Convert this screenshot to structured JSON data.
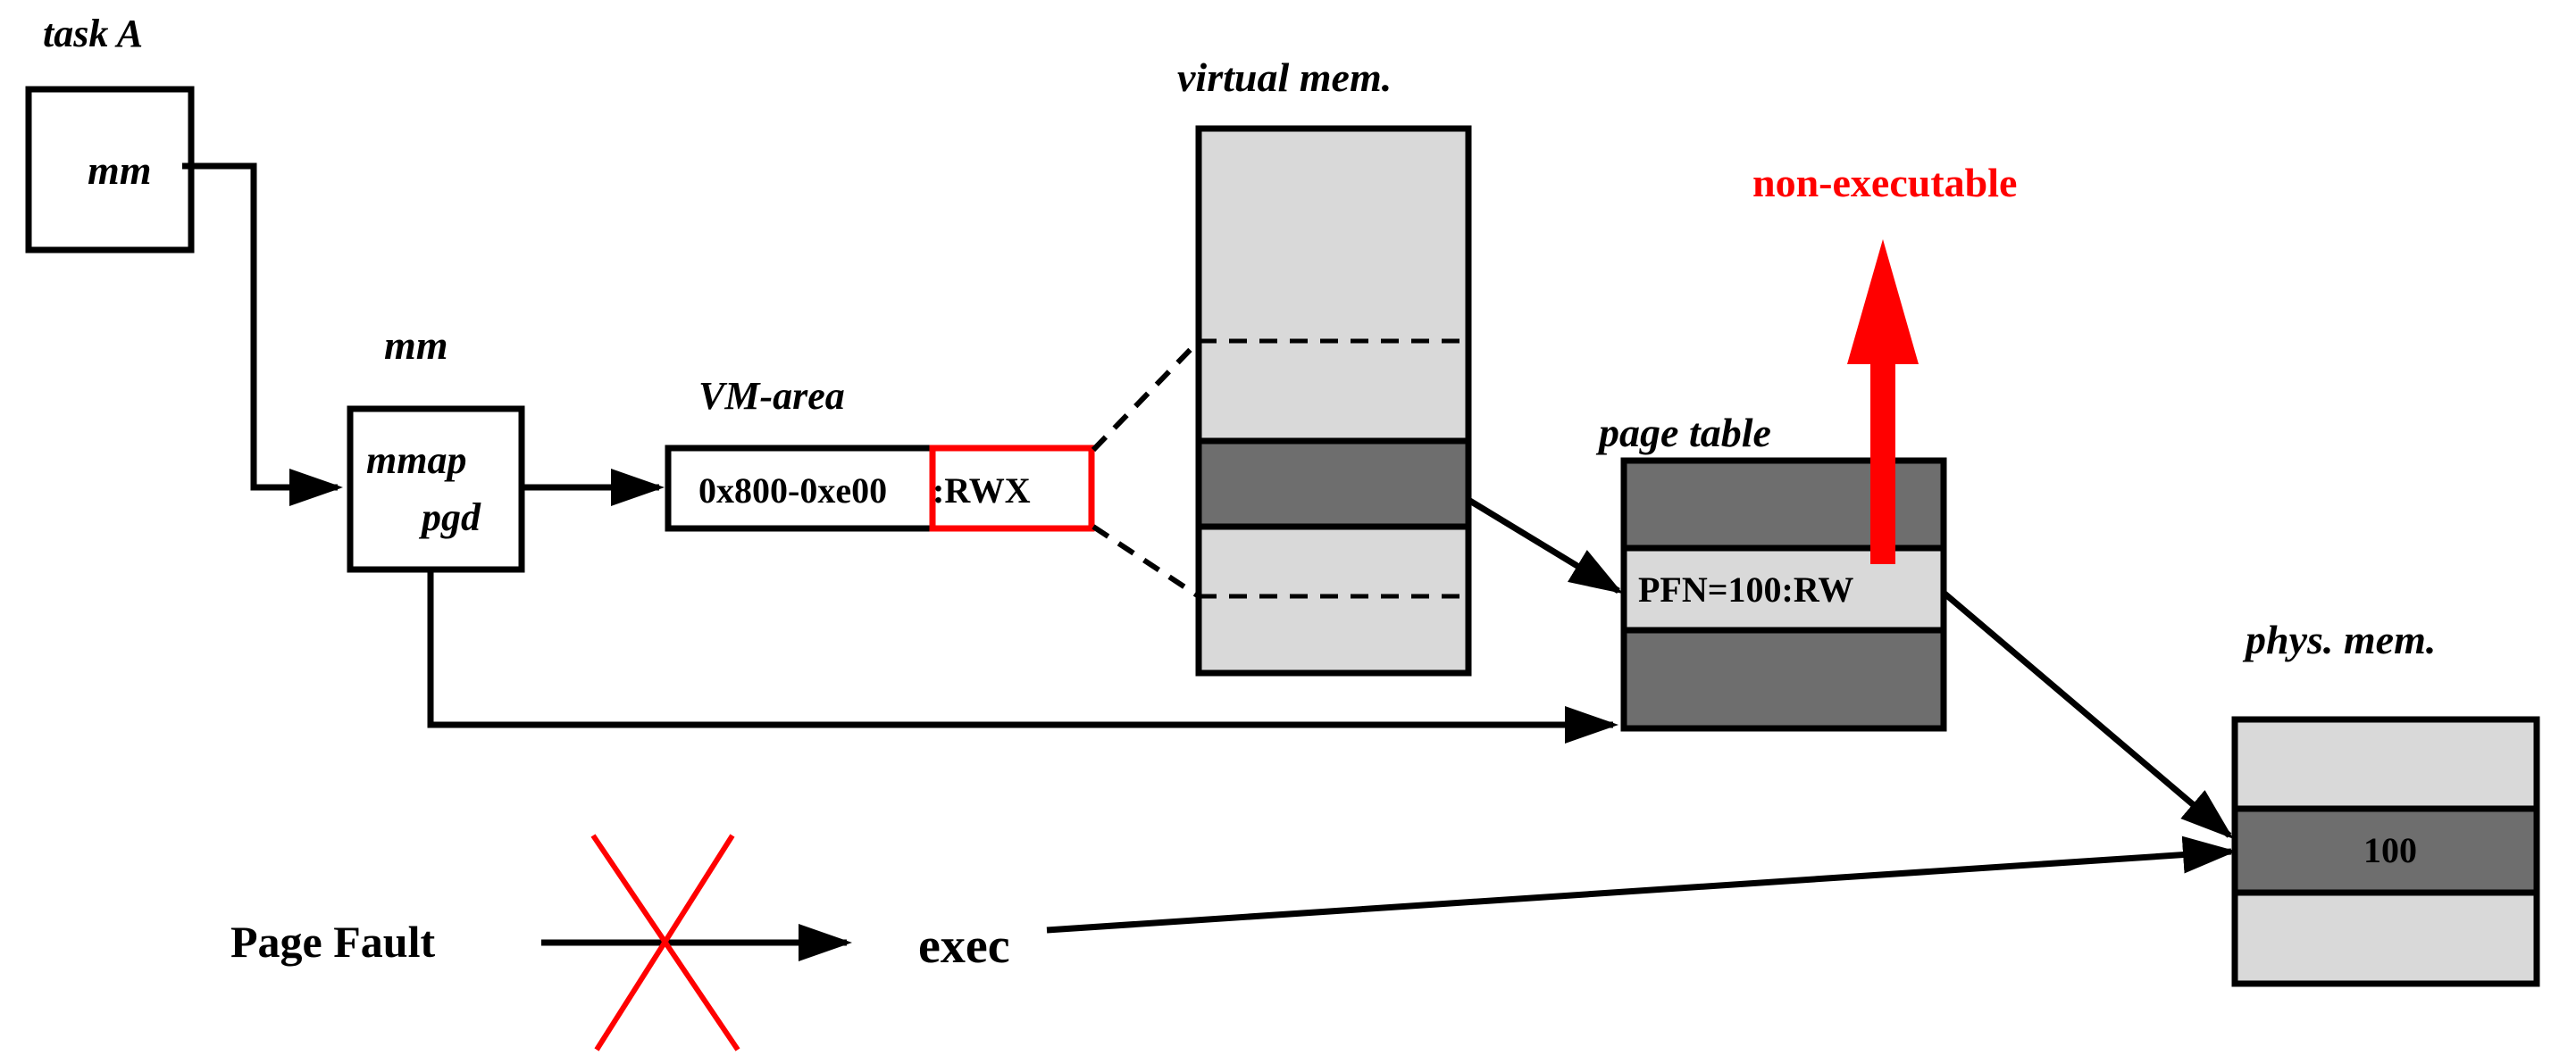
{
  "labels": {
    "task_title": "task A",
    "task_field": "mm",
    "mm_title": "mm",
    "mm_field_mmap": "mmap",
    "mm_field_pgd": "pgd",
    "vm_area_title": "VM-area",
    "vm_area_range": "0x800-0xe00",
    "vm_area_perm": ":RWX",
    "virtual_mem_title": "virtual mem.",
    "page_table_title": "page table",
    "pte_entry": "PFN=100:RW",
    "phys_mem_title": "phys. mem.",
    "phys_frame": "100",
    "non_exec": "non-executable",
    "page_fault": "Page Fault",
    "exec": "exec"
  },
  "colors": {
    "light_gray": "#d9d9d9",
    "dark_gray": "#6e6e6e",
    "highlight_red": "#ff0000",
    "line": "#000000"
  }
}
